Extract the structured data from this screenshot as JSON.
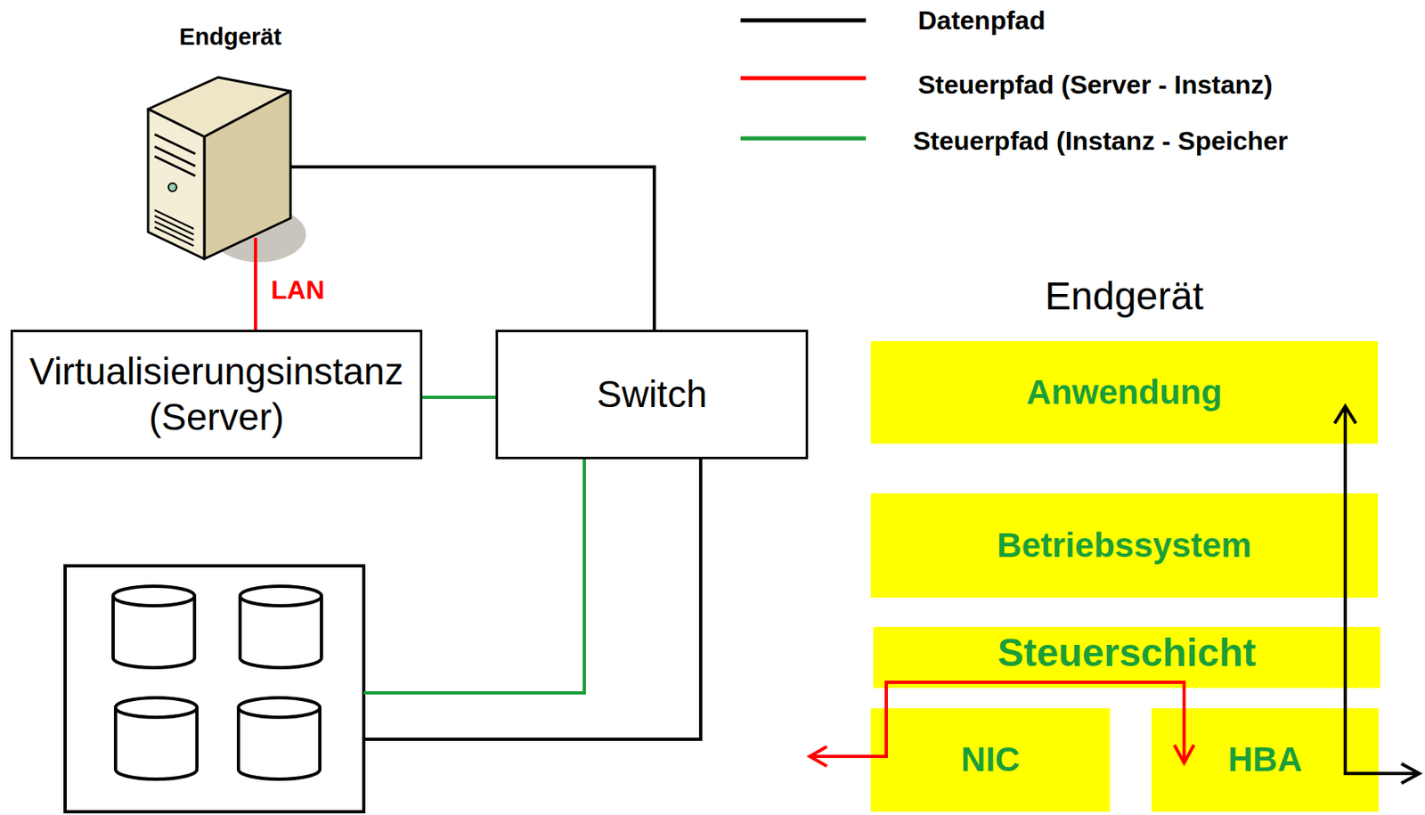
{
  "diagram": {
    "nodes": [
      {
        "text": [
          "Endgerät"
        ]
      },
      {
        "text": [
          "Virtualisierungsinstanz (Server)"
        ]
      },
      {
        "text": [
          "Switch"
        ]
      },
      {
        "text": [
          "Anwendung"
        ]
      },
      {
        "text": [
          "Betriebssystem"
        ]
      },
      {
        "text": [
          "Steuerschicht"
        ]
      },
      {
        "text": [
          "NIC"
        ]
      },
      {
        "text": [
          "HBA"
        ]
      }
    ],
    "edges": [
      {
        "from": 0,
        "to": 1,
        "arrow": "none",
        "label": "LAN"
      },
      {
        "from": 0,
        "to": 2,
        "arrow": "none"
      },
      {
        "from": 1,
        "to": 2,
        "arrow": "none"
      }
    ],
    "labels": [
      "Endgerät"
    ],
    "legend": [
      {
        "text": "Datenpfad"
      },
      {
        "text": "Steuerpfad (Server - Instanz)"
      },
      {
        "text": "Steuerpfad (Instanz - Speicher"
      }
    ]
  }
}
